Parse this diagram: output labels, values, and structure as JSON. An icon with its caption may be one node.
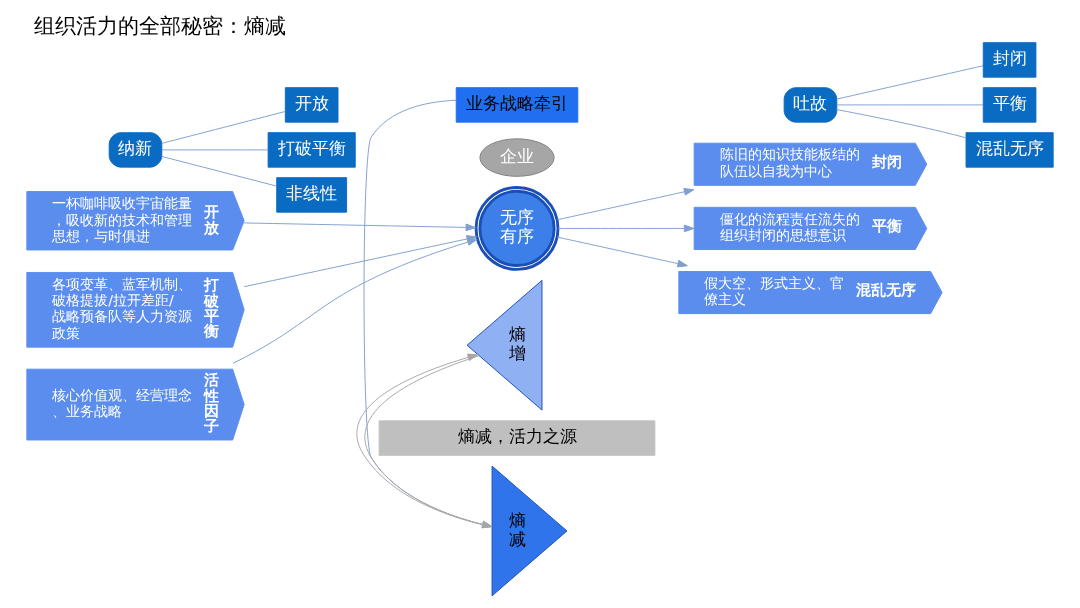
{
  "diagram": {
    "title": "组织活力的全部秘密：熵减",
    "nodes": [
      {
        "text": [
          "纳新"
        ]
      },
      {
        "text": [
          "开放"
        ]
      },
      {
        "text": [
          "打破平衡"
        ]
      },
      {
        "text": [
          "非线性"
        ]
      },
      {
        "text": [
          "一杯咖啡吸收宇宙能量，吸收新的技术和管理思想，与时俱进",
          "开放"
        ]
      },
      {
        "text": [
          "各项变革、蓝军机制、破格提拔/拉开差距/战略预备队等人力资源政策",
          "打破平衡"
        ]
      },
      {
        "text": [
          "核心价值观、经营理念、业务战略",
          "活性因子"
        ]
      },
      {
        "text": [
          "业务战略牵引"
        ]
      },
      {
        "text": [
          "熵减"
        ]
      },
      {
        "text": [
          "熵增"
        ]
      },
      {
        "text": [
          "无序",
          "有序"
        ]
      },
      {
        "text": [
          "企业"
        ]
      },
      {
        "text": [
          "吐故"
        ]
      },
      {
        "text": [
          "封闭"
        ]
      },
      {
        "text": [
          "平衡"
        ]
      },
      {
        "text": [
          "混乱无序"
        ]
      },
      {
        "text": [
          "陈旧的知识技能板结的队伍以自我为中心",
          "封闭"
        ]
      },
      {
        "text": [
          "僵化的流程责任流失的组织封闭的思想意识",
          "平衡"
        ]
      },
      {
        "text": [
          "假大空、形式主义、官僚主义",
          "混乱无序"
        ]
      },
      {
        "text": [
          "熵减，活力之源"
        ]
      }
    ],
    "edges": [
      {
        "from": 0,
        "to": 1,
        "arrow": "none"
      },
      {
        "from": 0,
        "to": 2,
        "arrow": "none"
      },
      {
        "from": 0,
        "to": 3,
        "arrow": "none"
      },
      {
        "from": 4,
        "to": 10,
        "arrow": "to"
      },
      {
        "from": 5,
        "to": 10,
        "arrow": "to"
      },
      {
        "from": 6,
        "to": 10,
        "arrow": "to"
      },
      {
        "from": 7,
        "to": 8,
        "arrow": "to"
      },
      {
        "from": 9,
        "to": 8,
        "arrow": "to",
        "color": "#a6a6a6"
      },
      {
        "from": 8,
        "to": 9,
        "arrow": "to",
        "color": "#a6a6a6"
      },
      {
        "from": 10,
        "to": 16,
        "arrow": "to"
      },
      {
        "from": 10,
        "to": 17,
        "arrow": "to"
      },
      {
        "from": 10,
        "to": 18,
        "arrow": "to"
      },
      {
        "from": 12,
        "to": 13,
        "arrow": "none"
      },
      {
        "from": 12,
        "to": 14,
        "arrow": "none"
      },
      {
        "from": 12,
        "to": 15,
        "arrow": "none"
      }
    ]
  }
}
